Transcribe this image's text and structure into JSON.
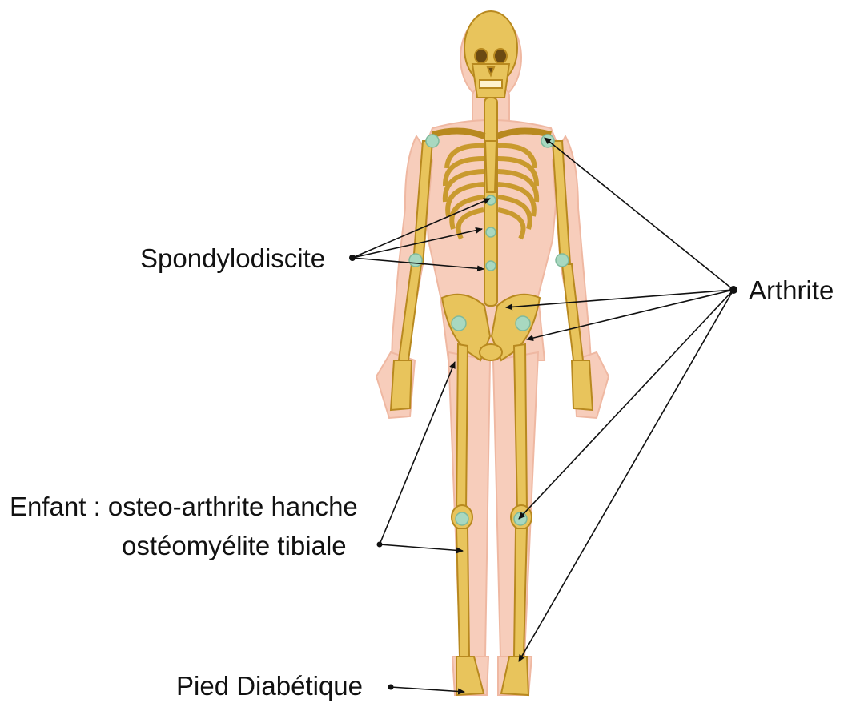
{
  "labels": {
    "spondylodiscite": "Spondylodiscite",
    "arthrite": "Arthrite",
    "enfant_line1": "Enfant :  osteo-arthrite hanche",
    "enfant_line2": "ostéomyélite tibiale",
    "pied": "Pied Diabétique"
  },
  "colors": {
    "skin": "#f6c9b6",
    "bone": "#e8c45c",
    "bone_dark": "#b8891f",
    "joint": "#a8d8c0",
    "line": "#111111"
  }
}
